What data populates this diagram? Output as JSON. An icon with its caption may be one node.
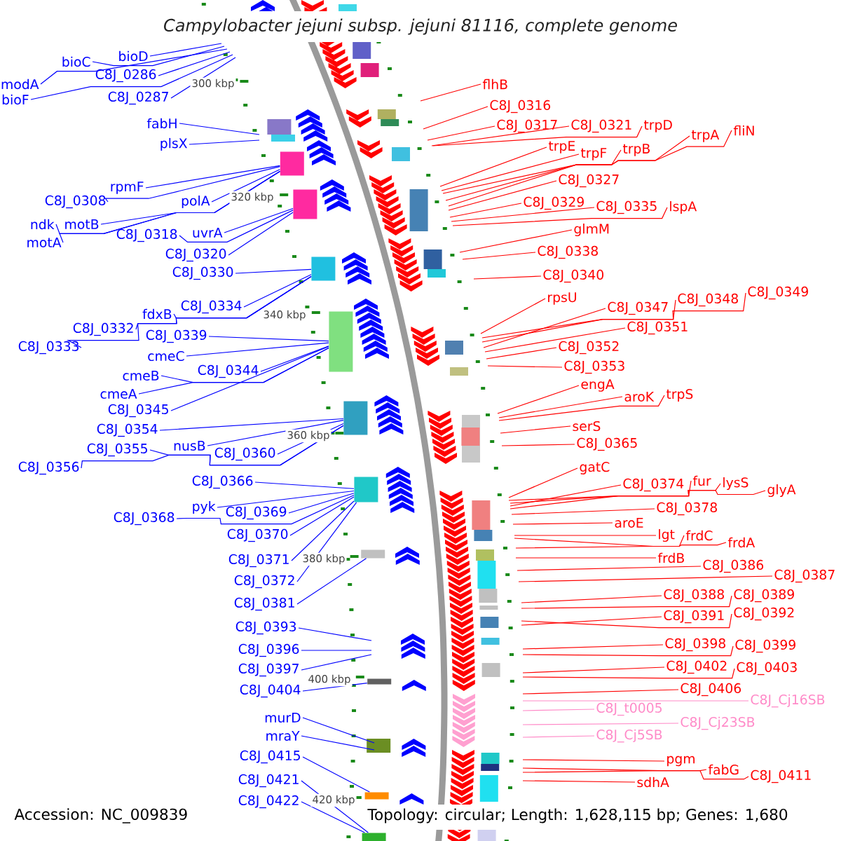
{
  "diagram": {
    "title": "Campylobacter jejuni subsp. jejuni 81116, complete genome",
    "nodes": [
      {
        "text": [
          "bioD"
        ]
      },
      {
        "text": [
          "bioC"
        ]
      },
      {
        "text": [
          "C8J_0286"
        ]
      },
      {
        "text": [
          "modA"
        ]
      },
      {
        "text": [
          "C8J_0287"
        ]
      },
      {
        "text": [
          "bioF"
        ]
      },
      {
        "text": [
          "fabH"
        ]
      },
      {
        "text": [
          "plsX"
        ]
      },
      {
        "text": [
          "rpmF"
        ]
      },
      {
        "text": [
          "C8J_0308"
        ]
      },
      {
        "text": [
          "polA"
        ]
      },
      {
        "text": [
          "ndk"
        ]
      },
      {
        "text": [
          "motB"
        ]
      },
      {
        "text": [
          "uvrA"
        ]
      },
      {
        "text": [
          "C8J_0318"
        ]
      },
      {
        "text": [
          "motA"
        ]
      },
      {
        "text": [
          "C8J_0320"
        ]
      },
      {
        "text": [
          "C8J_0330"
        ]
      },
      {
        "text": [
          "C8J_0334"
        ]
      },
      {
        "text": [
          "fdxB"
        ]
      },
      {
        "text": [
          "C8J_0332"
        ]
      },
      {
        "text": [
          "C8J_0339"
        ]
      },
      {
        "text": [
          "C8J_0333"
        ]
      },
      {
        "text": [
          "cmeC"
        ]
      },
      {
        "text": [
          "C8J_0344"
        ]
      },
      {
        "text": [
          "cmeB"
        ]
      },
      {
        "text": [
          "cmeA"
        ]
      },
      {
        "text": [
          "C8J_0345"
        ]
      },
      {
        "text": [
          "C8J_0354"
        ]
      },
      {
        "text": [
          "nusB"
        ]
      },
      {
        "text": [
          "C8J_0355"
        ]
      },
      {
        "text": [
          "C8J_0360"
        ]
      },
      {
        "text": [
          "C8J_0356"
        ]
      },
      {
        "text": [
          "C8J_0366"
        ]
      },
      {
        "text": [
          "pyk"
        ]
      },
      {
        "text": [
          "C8J_0369"
        ]
      },
      {
        "text": [
          "C8J_0368"
        ]
      },
      {
        "text": [
          "C8J_0370"
        ]
      },
      {
        "text": [
          "C8J_0371"
        ]
      },
      {
        "text": [
          "C8J_0372"
        ]
      },
      {
        "text": [
          "C8J_0381"
        ]
      },
      {
        "text": [
          "C8J_0393"
        ]
      },
      {
        "text": [
          "C8J_0396"
        ]
      },
      {
        "text": [
          "C8J_0397"
        ]
      },
      {
        "text": [
          "C8J_0404"
        ]
      },
      {
        "text": [
          "murD"
        ]
      },
      {
        "text": [
          "mraY"
        ]
      },
      {
        "text": [
          "C8J_0415"
        ]
      },
      {
        "text": [
          "C8J_0421"
        ]
      },
      {
        "text": [
          "C8J_0422"
        ]
      },
      {
        "text": [
          "flhB"
        ]
      },
      {
        "text": [
          "C8J_0316"
        ]
      },
      {
        "text": [
          "C8J_0317"
        ]
      },
      {
        "text": [
          "C8J_0321"
        ]
      },
      {
        "text": [
          "trpD"
        ]
      },
      {
        "text": [
          "fliN"
        ]
      },
      {
        "text": [
          "trpA"
        ]
      },
      {
        "text": [
          "trpE"
        ]
      },
      {
        "text": [
          "trpB"
        ]
      },
      {
        "text": [
          "trpF"
        ]
      },
      {
        "text": [
          "C8J_0327"
        ]
      },
      {
        "text": [
          "C8J_0329"
        ]
      },
      {
        "text": [
          "C8J_0335"
        ]
      },
      {
        "text": [
          "lspA"
        ]
      },
      {
        "text": [
          "glmM"
        ]
      },
      {
        "text": [
          "C8J_0338"
        ]
      },
      {
        "text": [
          "C8J_0340"
        ]
      },
      {
        "text": [
          "rpsU"
        ]
      },
      {
        "text": [
          "C8J_0349"
        ]
      },
      {
        "text": [
          "C8J_0348"
        ]
      },
      {
        "text": [
          "C8J_0347"
        ]
      },
      {
        "text": [
          "C8J_0351"
        ]
      },
      {
        "text": [
          "C8J_0352"
        ]
      },
      {
        "text": [
          "C8J_0353"
        ]
      },
      {
        "text": [
          "engA"
        ]
      },
      {
        "text": [
          "aroK"
        ]
      },
      {
        "text": [
          "trpS"
        ]
      },
      {
        "text": [
          "serS"
        ]
      },
      {
        "text": [
          "C8J_0365"
        ]
      },
      {
        "text": [
          "gatC"
        ]
      },
      {
        "text": [
          "fur"
        ]
      },
      {
        "text": [
          "lysS"
        ]
      },
      {
        "text": [
          "C8J_0374"
        ]
      },
      {
        "text": [
          "glyA"
        ]
      },
      {
        "text": [
          "C8J_0378"
        ]
      },
      {
        "text": [
          "aroE"
        ]
      },
      {
        "text": [
          "lgt"
        ]
      },
      {
        "text": [
          "frdC"
        ]
      },
      {
        "text": [
          "frdA"
        ]
      },
      {
        "text": [
          "frdB"
        ]
      },
      {
        "text": [
          "C8J_0386"
        ]
      },
      {
        "text": [
          "C8J_0387"
        ]
      },
      {
        "text": [
          "C8J_0388"
        ]
      },
      {
        "text": [
          "C8J_0389"
        ]
      },
      {
        "text": [
          "C8J_0392"
        ]
      },
      {
        "text": [
          "C8J_0391"
        ]
      },
      {
        "text": [
          "C8J_0398"
        ]
      },
      {
        "text": [
          "C8J_0399"
        ]
      },
      {
        "text": [
          "C8J_0402"
        ]
      },
      {
        "text": [
          "C8J_0403"
        ]
      },
      {
        "text": [
          "C8J_0406"
        ]
      },
      {
        "text": [
          "C8J_Cj16SB"
        ]
      },
      {
        "text": [
          "C8J_t0005"
        ]
      },
      {
        "text": [
          "C8J_Cj23SB"
        ]
      },
      {
        "text": [
          "C8J_Cj5SB"
        ]
      },
      {
        "text": [
          "pgm"
        ]
      },
      {
        "text": [
          "fabG"
        ]
      },
      {
        "text": [
          "C8J_0411"
        ]
      },
      {
        "text": [
          "sdhA"
        ]
      },
      {
        "text": [],
        "shape": "box"
      },
      {
        "text": [],
        "shape": "box"
      },
      {
        "text": [],
        "shape": "box"
      },
      {
        "text": [],
        "shape": "box"
      },
      {
        "text": [],
        "shape": "box"
      },
      {
        "text": [],
        "shape": "box"
      },
      {
        "text": [],
        "shape": "box"
      },
      {
        "text": [],
        "shape": "box"
      },
      {
        "text": [],
        "shape": "box"
      },
      {
        "text": [],
        "shape": "box"
      }
    ],
    "edges": [
      {
        "from": 0,
        "to": null,
        "arrow": "none",
        "color": "#0000ff"
      },
      {
        "from": 1,
        "to": null,
        "arrow": "none",
        "color": "#0000ff"
      },
      {
        "from": 2,
        "to": null,
        "arrow": "none",
        "color": "#0000ff"
      },
      {
        "from": 3,
        "to": null,
        "arrow": "none",
        "color": "#0000ff"
      },
      {
        "from": 4,
        "to": null,
        "arrow": "none",
        "color": "#0000ff"
      },
      {
        "from": 5,
        "to": null,
        "arrow": "none",
        "color": "#0000ff"
      },
      {
        "from": 6,
        "to": null,
        "arrow": "none",
        "color": "#0000ff"
      },
      {
        "from": 7,
        "to": null,
        "arrow": "none",
        "color": "#0000ff"
      },
      {
        "from": 8,
        "to": 109,
        "arrow": "none",
        "color": "#0000ff"
      },
      {
        "from": 9,
        "to": 109,
        "arrow": "none",
        "color": "#0000ff"
      },
      {
        "from": 10,
        "to": 109,
        "arrow": "none",
        "color": "#0000ff"
      },
      {
        "from": 11,
        "to": 109,
        "arrow": "none",
        "color": "#0000ff"
      },
      {
        "from": 12,
        "to": 109,
        "arrow": "none",
        "color": "#0000ff"
      },
      {
        "from": 13,
        "to": 110,
        "arrow": "none",
        "color": "#0000ff"
      },
      {
        "from": 14,
        "to": 110,
        "arrow": "none",
        "color": "#0000ff"
      },
      {
        "from": 15,
        "to": 109,
        "arrow": "none",
        "color": "#0000ff"
      },
      {
        "from": 16,
        "to": 110,
        "arrow": "none",
        "color": "#0000ff"
      },
      {
        "from": 17,
        "to": 111,
        "arrow": "none",
        "color": "#0000ff"
      },
      {
        "from": 18,
        "to": 111,
        "arrow": "none",
        "color": "#0000ff"
      },
      {
        "from": 19,
        "to": 111,
        "arrow": "none",
        "color": "#0000ff"
      },
      {
        "from": 20,
        "to": 111,
        "arrow": "none",
        "color": "#0000ff"
      },
      {
        "from": 21,
        "to": 112,
        "arrow": "none",
        "color": "#0000ff"
      },
      {
        "from": 22,
        "to": 111,
        "arrow": "none",
        "color": "#0000ff"
      },
      {
        "from": 23,
        "to": 112,
        "arrow": "none",
        "color": "#0000ff"
      },
      {
        "from": 24,
        "to": 112,
        "arrow": "none",
        "color": "#0000ff"
      },
      {
        "from": 25,
        "to": 112,
        "arrow": "none",
        "color": "#0000ff"
      },
      {
        "from": 26,
        "to": 112,
        "arrow": "none",
        "color": "#0000ff"
      },
      {
        "from": 27,
        "to": 112,
        "arrow": "none",
        "color": "#0000ff"
      },
      {
        "from": 28,
        "to": 113,
        "arrow": "none",
        "color": "#0000ff"
      },
      {
        "from": 29,
        "to": 113,
        "arrow": "none",
        "color": "#0000ff"
      },
      {
        "from": 30,
        "to": 113,
        "arrow": "none",
        "color": "#0000ff"
      },
      {
        "from": 31,
        "to": 113,
        "arrow": "none",
        "color": "#0000ff"
      },
      {
        "from": 32,
        "to": 113,
        "arrow": "none",
        "color": "#0000ff"
      },
      {
        "from": 33,
        "to": 114,
        "arrow": "none",
        "color": "#0000ff"
      },
      {
        "from": 34,
        "to": 114,
        "arrow": "none",
        "color": "#0000ff"
      },
      {
        "from": 35,
        "to": 114,
        "arrow": "none",
        "color": "#0000ff"
      },
      {
        "from": 36,
        "to": 114,
        "arrow": "none",
        "color": "#0000ff"
      },
      {
        "from": 37,
        "to": 114,
        "arrow": "none",
        "color": "#0000ff"
      },
      {
        "from": 38,
        "to": 114,
        "arrow": "none",
        "color": "#0000ff"
      },
      {
        "from": 39,
        "to": 114,
        "arrow": "none",
        "color": "#0000ff"
      },
      {
        "from": 40,
        "to": 115,
        "arrow": "none",
        "color": "#0000ff"
      },
      {
        "from": 41,
        "to": null,
        "arrow": "none",
        "color": "#0000ff"
      },
      {
        "from": 42,
        "to": null,
        "arrow": "none",
        "color": "#0000ff"
      },
      {
        "from": 43,
        "to": null,
        "arrow": "none",
        "color": "#0000ff"
      },
      {
        "from": 44,
        "to": 116,
        "arrow": "none",
        "color": "#0000ff"
      },
      {
        "from": 45,
        "to": null,
        "arrow": "none",
        "color": "#0000ff"
      },
      {
        "from": 46,
        "to": null,
        "arrow": "none",
        "color": "#0000ff"
      },
      {
        "from": 47,
        "to": 117,
        "arrow": "none",
        "color": "#0000ff"
      },
      {
        "from": 48,
        "to": 118,
        "arrow": "none",
        "color": "#0000ff"
      },
      {
        "from": 49,
        "to": 118,
        "arrow": "none",
        "color": "#0000ff"
      },
      {
        "from": 50,
        "to": null,
        "arrow": "none"
      },
      {
        "from": 51,
        "to": null,
        "arrow": "none"
      },
      {
        "from": 52,
        "to": null,
        "arrow": "none"
      },
      {
        "from": 53,
        "to": null,
        "arrow": "none"
      },
      {
        "from": 54,
        "to": null,
        "arrow": "none"
      },
      {
        "from": 55,
        "to": null,
        "arrow": "none"
      },
      {
        "from": 56,
        "to": null,
        "arrow": "none"
      },
      {
        "from": 57,
        "to": null,
        "arrow": "none"
      },
      {
        "from": 58,
        "to": null,
        "arrow": "none"
      },
      {
        "from": 59,
        "to": null,
        "arrow": "none"
      },
      {
        "from": 60,
        "to": null,
        "arrow": "none"
      },
      {
        "from": 61,
        "to": null,
        "arrow": "none"
      },
      {
        "from": 62,
        "to": null,
        "arrow": "none"
      },
      {
        "from": 63,
        "to": null,
        "arrow": "none"
      },
      {
        "from": 64,
        "to": null,
        "arrow": "none"
      },
      {
        "from": 65,
        "to": null,
        "arrow": "none"
      },
      {
        "from": 66,
        "to": null,
        "arrow": "none"
      },
      {
        "from": 67,
        "to": null,
        "arrow": "none"
      },
      {
        "from": 68,
        "to": null,
        "arrow": "none"
      },
      {
        "from": 69,
        "to": null,
        "arrow": "none"
      },
      {
        "from": 70,
        "to": null,
        "arrow": "none"
      },
      {
        "from": 71,
        "to": null,
        "arrow": "none"
      },
      {
        "from": 72,
        "to": null,
        "arrow": "none"
      },
      {
        "from": 73,
        "to": null,
        "arrow": "none"
      },
      {
        "from": 74,
        "to": null,
        "arrow": "none"
      },
      {
        "from": 75,
        "to": null,
        "arrow": "none"
      },
      {
        "from": 76,
        "to": null,
        "arrow": "none"
      },
      {
        "from": 77,
        "to": null,
        "arrow": "none"
      },
      {
        "from": 78,
        "to": null,
        "arrow": "none"
      },
      {
        "from": 79,
        "to": null,
        "arrow": "none"
      },
      {
        "from": 80,
        "to": null,
        "arrow": "none"
      },
      {
        "from": 81,
        "to": null,
        "arrow": "none"
      },
      {
        "from": 82,
        "to": null,
        "arrow": "none"
      },
      {
        "from": 83,
        "to": null,
        "arrow": "none"
      },
      {
        "from": 84,
        "to": null,
        "arrow": "none"
      },
      {
        "from": 85,
        "to": null,
        "arrow": "none"
      },
      {
        "from": 86,
        "to": null,
        "arrow": "none"
      },
      {
        "from": 87,
        "to": null,
        "arrow": "none"
      },
      {
        "from": 88,
        "to": null,
        "arrow": "none"
      },
      {
        "from": 89,
        "to": null,
        "arrow": "none"
      },
      {
        "from": 90,
        "to": null,
        "arrow": "none"
      },
      {
        "from": 91,
        "to": null,
        "arrow": "none"
      },
      {
        "from": 92,
        "to": null,
        "arrow": "none"
      },
      {
        "from": 93,
        "to": null,
        "arrow": "none"
      },
      {
        "from": 94,
        "to": null,
        "arrow": "none"
      },
      {
        "from": 95,
        "to": null,
        "arrow": "none"
      },
      {
        "from": 96,
        "to": null,
        "arrow": "none"
      },
      {
        "from": 97,
        "to": null,
        "arrow": "none"
      },
      {
        "from": 98,
        "to": null,
        "arrow": "none"
      },
      {
        "from": 99,
        "to": null,
        "arrow": "none"
      },
      {
        "from": 100,
        "to": null,
        "arrow": "none"
      },
      {
        "from": 101,
        "to": null,
        "arrow": "none",
        "color": "#ff8ac8"
      },
      {
        "from": 102,
        "to": null,
        "arrow": "none",
        "color": "#ff8ac8"
      },
      {
        "from": 103,
        "to": null,
        "arrow": "none",
        "color": "#ff8ac8"
      },
      {
        "from": 104,
        "to": null,
        "arrow": "none",
        "color": "#ff8ac8"
      },
      {
        "from": 105,
        "to": null,
        "arrow": "none"
      },
      {
        "from": 106,
        "to": null,
        "arrow": "none"
      },
      {
        "from": 107,
        "to": null,
        "arrow": "none"
      },
      {
        "from": 108,
        "to": null,
        "arrow": "none"
      }
    ],
    "labels": [
      "300 kbp",
      "320 kbp",
      "340 kbp",
      "360 kbp",
      "380 kbp",
      "400 kbp",
      "420 kbp",
      "Accession: NC_009839",
      "Topology: circular; Length: 1,628,115 bp; Genes: 1,680"
    ]
  }
}
